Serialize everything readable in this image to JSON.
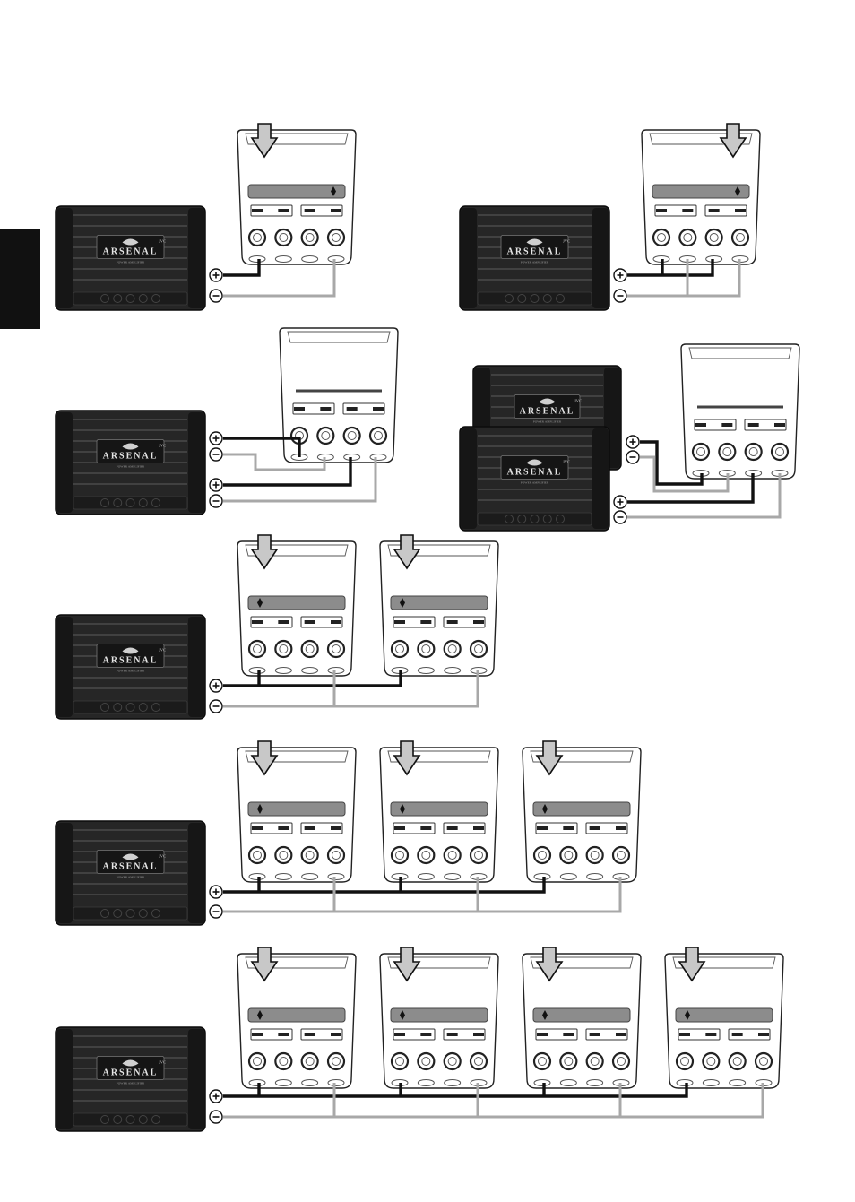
{
  "brand": {
    "logo_text": "ARSENAL",
    "jvc_mark": "JVC",
    "tagline": "POWER AMPLIFIER"
  },
  "terminals": {
    "positive": "+",
    "negative": "−"
  },
  "diagrams": [
    {
      "id": "single-speaker-mono",
      "amplifiers": 1,
      "speakers": 1
    },
    {
      "id": "single-speaker-bridged",
      "amplifiers": 1,
      "speakers": 1
    },
    {
      "id": "dual-voice-coil-two-channel",
      "amplifiers": 1,
      "speakers": 1
    },
    {
      "id": "two-amplifiers-one-speaker",
      "amplifiers": 2,
      "speakers": 1
    },
    {
      "id": "two-speakers-parallel",
      "amplifiers": 1,
      "speakers": 2
    },
    {
      "id": "three-speakers-parallel",
      "amplifiers": 1,
      "speakers": 3
    },
    {
      "id": "four-speakers-parallel",
      "amplifiers": 1,
      "speakers": 4
    }
  ],
  "colors": {
    "positive_wire": "#111111",
    "negative_wire": "#a8a8a8",
    "amp_body": "#262626",
    "arrow_fill": "#c8c8c8"
  }
}
